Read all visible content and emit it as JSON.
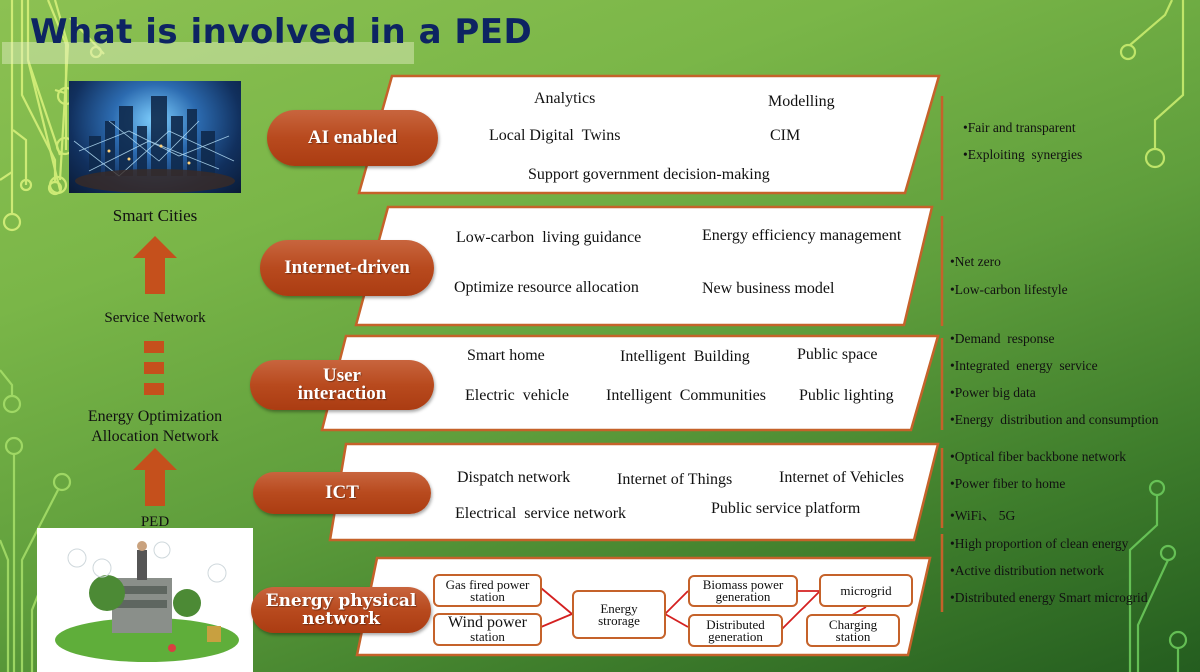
{
  "slide": {
    "title": "What is involved in a PED"
  },
  "left_column": {
    "smart_cities_image": "smart-city-illustration",
    "smart_cities_label": "Smart Cities",
    "service_network_label": "Service Network",
    "energy_network_label_line1": "Energy Optimization",
    "energy_network_label_line2": "Allocation Network",
    "ped_label": "PED",
    "ped_image": "ped-community-illustration",
    "arrow_color": "#c5501c"
  },
  "rows": [
    {
      "label": "AI enabled",
      "items": [
        "Analytics",
        "Modelling",
        "Local Digital  Twins",
        "CIM",
        "Support government decision-making"
      ],
      "bullets": [
        "•Fair and transparent",
        "•Exploiting  synergies"
      ]
    },
    {
      "label": "Internet-driven",
      "items": [
        "Low-carbon  living guidance",
        "Energy efficiency management",
        "Optimize resource allocation",
        "New business model"
      ],
      "bullets": [
        "•Net zero",
        "•Low-carbon lifestyle"
      ]
    },
    {
      "label_line1": "User",
      "label_line2": "interaction",
      "items": [
        "Smart home",
        "Intelligent  Building",
        "Public space",
        "Electric  vehicle",
        "Intelligent  Communities",
        "Public lighting"
      ],
      "bullets": [
        "•Demand  response",
        "•Integrated  energy  service",
        "•Power big data",
        "•Energy  distribution and consumption"
      ]
    },
    {
      "label": "ICT",
      "items": [
        "Dispatch network",
        "Internet of Things",
        "Internet of Vehicles",
        "Electrical  service network",
        "Public service platform"
      ],
      "bullets": [
        "•Optical fiber backbone network",
        "•Power fiber to home",
        "•WiFi、 5G"
      ]
    },
    {
      "label_line1": "Energy physical",
      "label_line2": "network",
      "nodes": {
        "gas": [
          "Gas fired power",
          "station"
        ],
        "wind": [
          "Wind power",
          "station"
        ],
        "storage": [
          "Energy",
          "strorage"
        ],
        "biomass": [
          "Biomass power",
          "generation"
        ],
        "distributed": [
          "Distributed",
          "generation"
        ],
        "microgrid": [
          "microgrid"
        ],
        "charging": [
          "Charging",
          "station"
        ]
      },
      "bullets": [
        "•High proportion of clean energy",
        "•Active distribution network",
        "•Distributed energy Smart microgrid"
      ]
    }
  ],
  "colors": {
    "title": "#0d2462",
    "accent": "#c5622a",
    "pill": "#b84a1e",
    "link": "#d42020"
  }
}
